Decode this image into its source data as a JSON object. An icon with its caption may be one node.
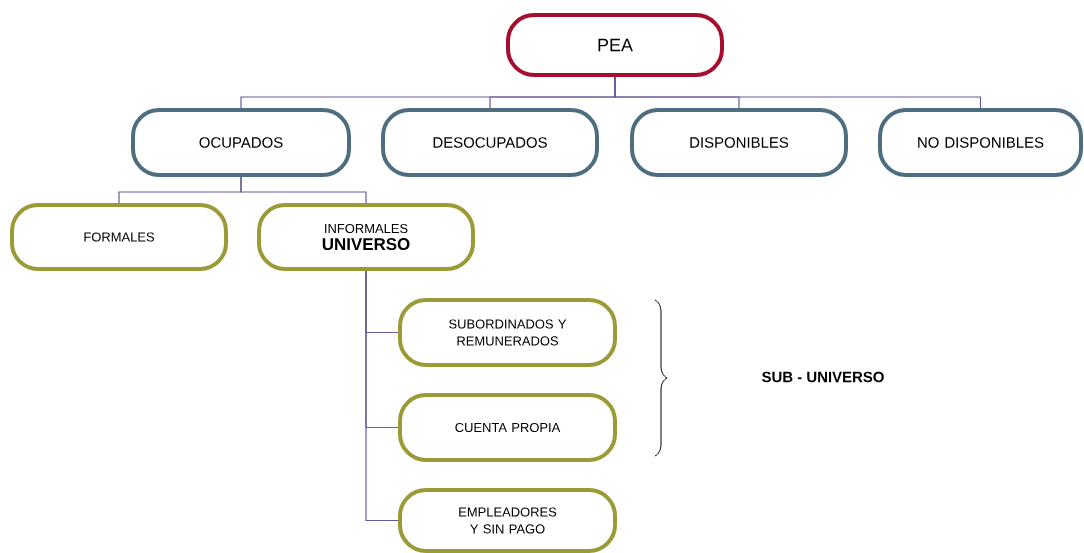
{
  "diagram": {
    "nodes": [
      {
        "text": [
          "PEA"
        ]
      },
      {
        "text": [
          "OCUPADOS"
        ]
      },
      {
        "text": [
          "DESOCUPADOS"
        ]
      },
      {
        "text": [
          "DISPONIBLES"
        ]
      },
      {
        "text": [
          "NO DISPONIBLES"
        ]
      },
      {
        "text": [
          "FORMALES"
        ]
      },
      {
        "text": [
          "INFORMALES",
          "UNIVERSO"
        ]
      },
      {
        "text": [
          "SUBORDINADOS Y REMUNERADOS"
        ]
      },
      {
        "text": [
          "CUENTA PROPIA"
        ]
      },
      {
        "text": [
          "EMPLEADORES Y SIN PAGO"
        ]
      }
    ],
    "edges": [
      {
        "from": 0,
        "to": 1,
        "arrow": "none"
      },
      {
        "from": 0,
        "to": 2,
        "arrow": "none"
      },
      {
        "from": 0,
        "to": 3,
        "arrow": "none"
      },
      {
        "from": 0,
        "to": 4,
        "arrow": "none"
      },
      {
        "from": 1,
        "to": 5,
        "arrow": "none"
      },
      {
        "from": 1,
        "to": 6,
        "arrow": "none"
      },
      {
        "from": 6,
        "to": 7,
        "arrow": "none"
      },
      {
        "from": 6,
        "to": 8,
        "arrow": "none"
      },
      {
        "from": 6,
        "to": 9,
        "arrow": "none"
      }
    ],
    "labels": [
      "SUB - UNIVERSO"
    ]
  }
}
